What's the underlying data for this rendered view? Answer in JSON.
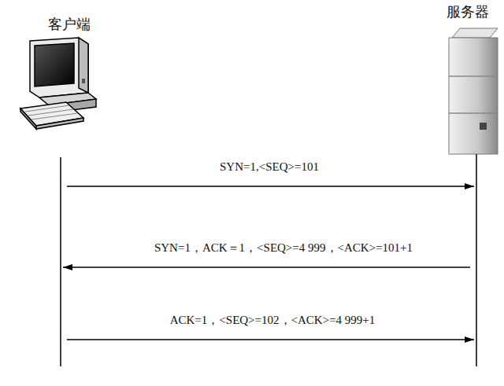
{
  "diagram": {
    "nodes": [
      {
        "text": [
          "客户端"
        ]
      },
      {
        "text": [
          "服务器"
        ]
      }
    ],
    "edges": [
      {
        "from": 0,
        "to": 1,
        "arrow": "to",
        "label": "SYN=1,<SEQ>=101"
      },
      {
        "from": 1,
        "to": 0,
        "arrow": "to",
        "label": "SYN=1，ACK＝1，<SEQ>=4 999，<ACK>=101+1"
      },
      {
        "from": 0,
        "to": 1,
        "arrow": "to",
        "label": "ACK=1，<SEQ>=102，<ACK>=4 999+1"
      }
    ]
  }
}
